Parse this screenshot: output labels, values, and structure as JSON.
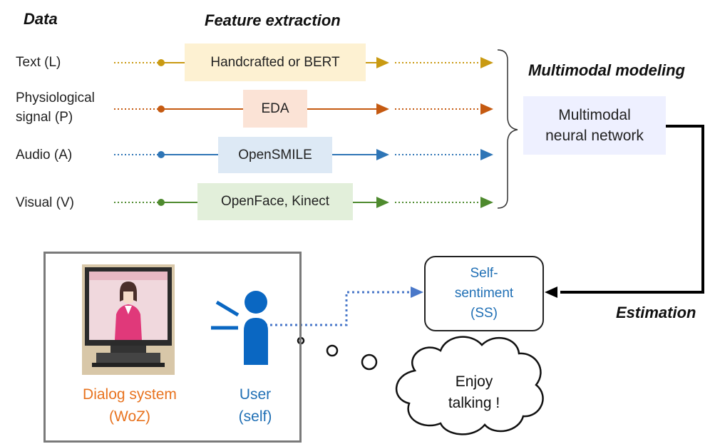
{
  "headers": {
    "data": "Data",
    "feature_extraction": "Feature extraction",
    "multimodal_modeling": "Multimodal modeling",
    "estimation": "Estimation"
  },
  "rows": [
    {
      "label": "Text (L)",
      "extractor": "Handcrafted or BERT",
      "color": "#c99a12",
      "fill": "#fdf1d2"
    },
    {
      "label_line1": "Physiological",
      "label_line2": "signal (P)",
      "extractor": "EDA",
      "color": "#c55a11",
      "fill": "#fbe3d6"
    },
    {
      "label": "Audio (A)",
      "extractor": "OpenSMILE",
      "color": "#2e75b6",
      "fill": "#dde9f5"
    },
    {
      "label": "Visual (V)",
      "extractor": "OpenFace, Kinect",
      "color": "#4e8a2e",
      "fill": "#e2efda"
    }
  ],
  "model": {
    "line1": "Multimodal",
    "line2": "neural network"
  },
  "output": {
    "line1": "Self-",
    "line2": "sentiment",
    "line3": "(SS)"
  },
  "scene": {
    "dialog_line1": "Dialog system",
    "dialog_line2": "(WoZ)",
    "user_line1": "User",
    "user_line2": "(self)"
  },
  "thought": {
    "line1": "Enjoy",
    "line2": "talking !"
  },
  "colors": {
    "user_blue": "#1f6fb5",
    "orange": "#e8731f",
    "frame_gray": "#7a7a7a"
  }
}
